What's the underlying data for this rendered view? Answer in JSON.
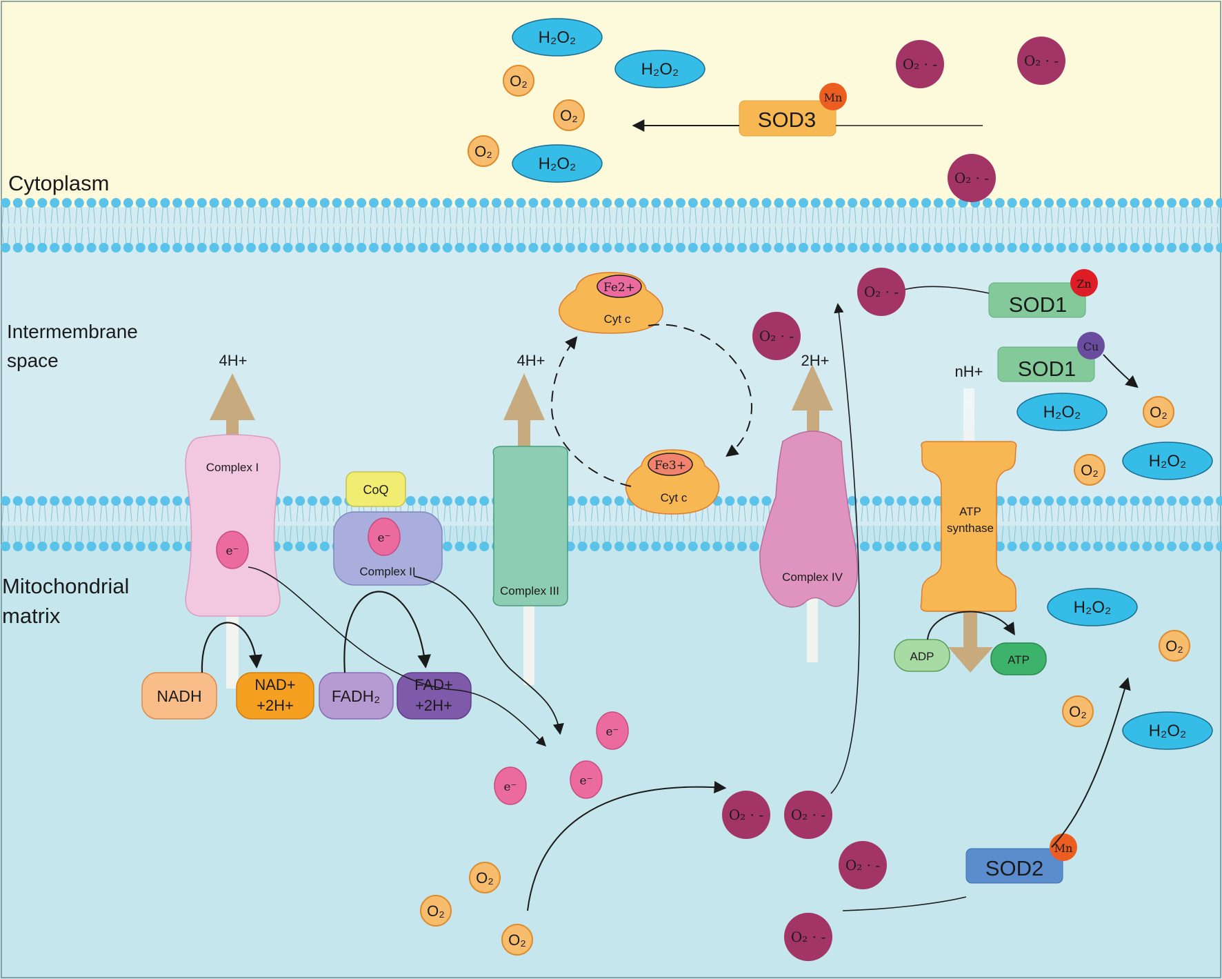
{
  "regions": {
    "cytoplasm": "Cytoplasm",
    "intermembrane_line1": "Intermembrane",
    "intermembrane_line2": "space",
    "matrix_line1": "Mitochondrial",
    "matrix_line2": "matrix"
  },
  "complexes": {
    "complex1": "Complex I",
    "complex2": "Complex II",
    "complex3": "Complex III",
    "complex4": "Complex IV",
    "atp_synthase_line1": "ATP",
    "atp_synthase_line2": "synthase",
    "coq": "CoQ",
    "cytc": "Cyt c",
    "fe2": "Fe2+",
    "fe3": "Fe3+"
  },
  "protons": {
    "complex1": "4H+",
    "complex3": "4H+",
    "complex4": "2H+",
    "atp_synthase": "nH+"
  },
  "substrates": {
    "nadh": "NADH",
    "nad_line1": "NAD+",
    "nad_line2": "+2H+",
    "fadh2": "FADH₂",
    "fad_line1": "FAD+",
    "fad_line2": "+2H+",
    "adp": "ADP",
    "atp": "ATP"
  },
  "enzymes": {
    "sod1": "SOD1",
    "sod2": "SOD2",
    "sod3": "SOD3",
    "mn": "Mn",
    "zn": "Zn",
    "cu": "Cu"
  },
  "molecules": {
    "electron": "e⁻",
    "o2": "O₂",
    "h2o2": "H₂O₂",
    "superoxide": "O₂ · -"
  },
  "colors": {
    "cytoplasm_bg": "#fdfadc",
    "ims_bg": "#d3ebf1",
    "matrix_bg": "#c5e6ed",
    "lipid_head": "#5bc3ea",
    "superoxide": "#a33466",
    "o2": "#f8bd6c",
    "h2o2": "#35bde8",
    "electron": "#ec6b9f",
    "complex1": "#f2c8e0",
    "complex2": "#a9aedc",
    "complex3": "#8dcdb3",
    "complex4": "#df94bf",
    "atp_synthase": "#f7b753",
    "cytc": "#f7b753",
    "coq": "#f1ec72",
    "sod1": "#83c99a",
    "sod2": "#5b8cce",
    "sod3": "#f7b753",
    "mn": "#ec5e1f",
    "zn": "#de1d26",
    "cu": "#6a4c9f",
    "proton_arrow": "#c7aa7d"
  }
}
